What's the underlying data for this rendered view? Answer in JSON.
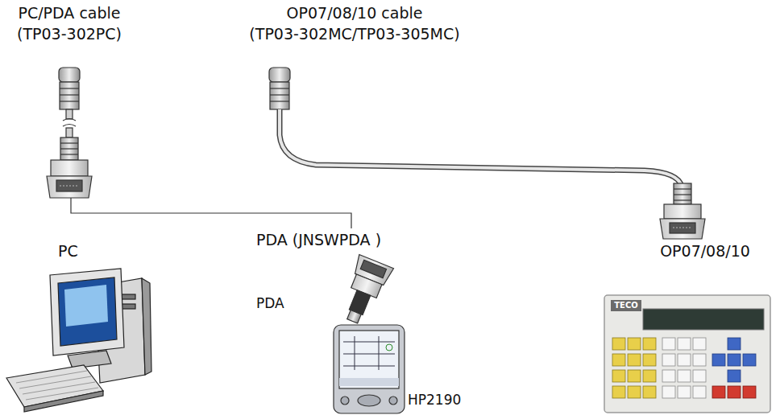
{
  "diagram": {
    "labels": [
      "PC/PDA cable",
      "(TP03-302PC)",
      "OP07/08/10 cable",
      "(TP03-302MC/TP03-305MC)",
      "PC",
      "PDA (JNSWPDA )",
      "PDA",
      "HP2190",
      "OP07/08/10",
      "TECO"
    ]
  }
}
